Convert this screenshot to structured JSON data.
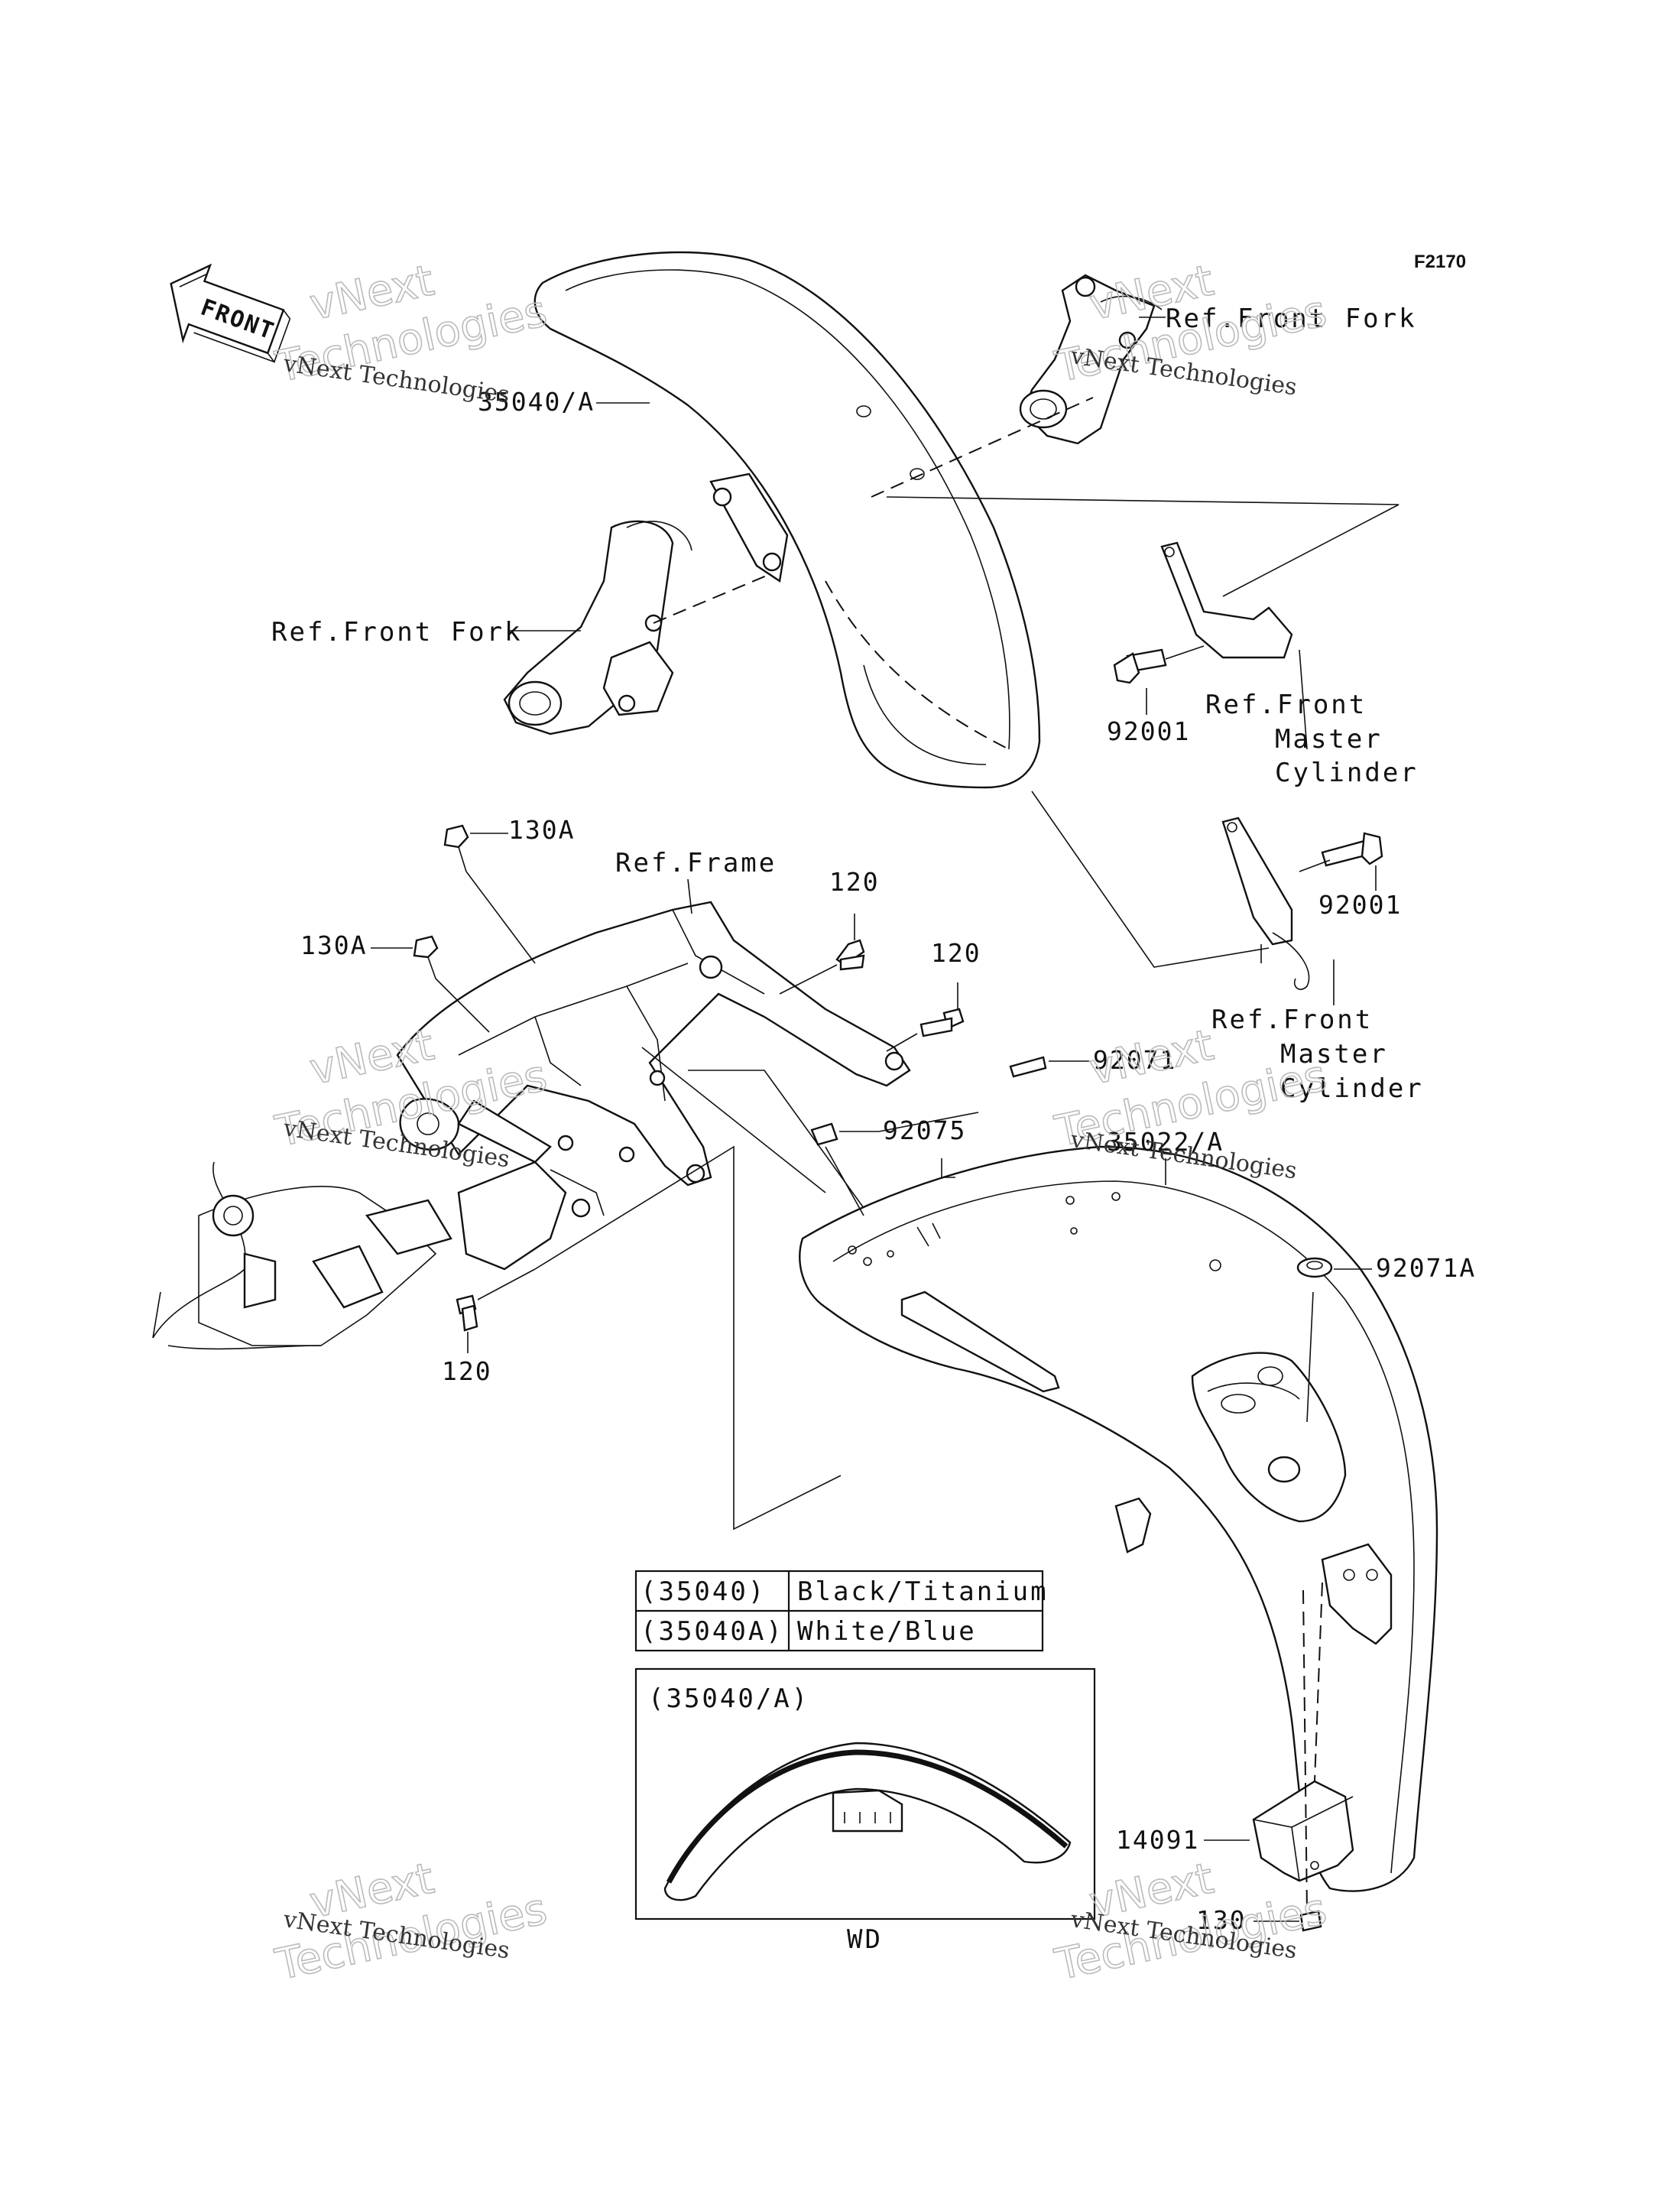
{
  "figure_id": "F2170",
  "front_arrow": "FRONT",
  "labels": {
    "p35040A": "35040/A",
    "ref_front_fork_right": "Ref.Front Fork",
    "ref_front_fork_left": "Ref.Front Fork",
    "p92001_top": "92001",
    "ref_master_top": [
      "Ref.Front",
      "Master",
      "Cylinder"
    ],
    "p130A_top": "130A",
    "p130A_left": "130A",
    "ref_frame": "Ref.Frame",
    "p120_a": "120",
    "p120_b": "120",
    "p120_c": "120",
    "p92001_bottom": "92001",
    "ref_master_bottom": [
      "Ref.Front",
      "Master",
      "Cylinder"
    ],
    "p92071": "92071",
    "p92075": "92075",
    "p35022A": "35022/A",
    "p92071A": "92071A",
    "p14091": "14091",
    "p130": "130"
  },
  "color_table": {
    "rows": [
      {
        "code": "(35040)",
        "color": "Black/Titanium"
      },
      {
        "code": "(35040A)",
        "color": "White/Blue"
      }
    ]
  },
  "inset": {
    "title": "(35040/A)",
    "caption": "WD"
  },
  "watermark": {
    "brand_line1": "vNext",
    "brand_line2": "Technologies",
    "small": "vNext Technologies"
  }
}
